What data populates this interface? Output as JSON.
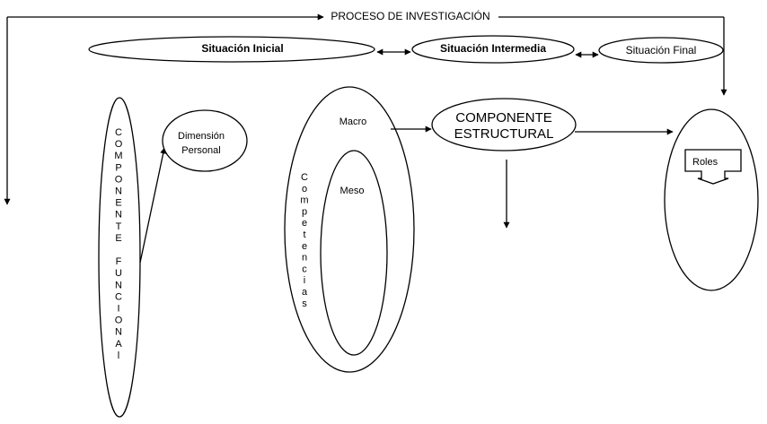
{
  "title": "PROCESO DE INVESTIGACIÓN",
  "top_ellipses": {
    "initial": "Situación  Inicial",
    "intermediate": "Situación Intermedia",
    "final": "Situación Final"
  },
  "dimension_personal": [
    "Dimensión",
    "Personal"
  ],
  "componente_funcional": "COMPONENTE FUNCIONAl",
  "competencias": "Competencias",
  "macro": "Macro",
  "meso": "Meso",
  "componente_estructural": [
    "COMPONENTE",
    "ESTRUCTURAL"
  ],
  "roles": "Roles"
}
